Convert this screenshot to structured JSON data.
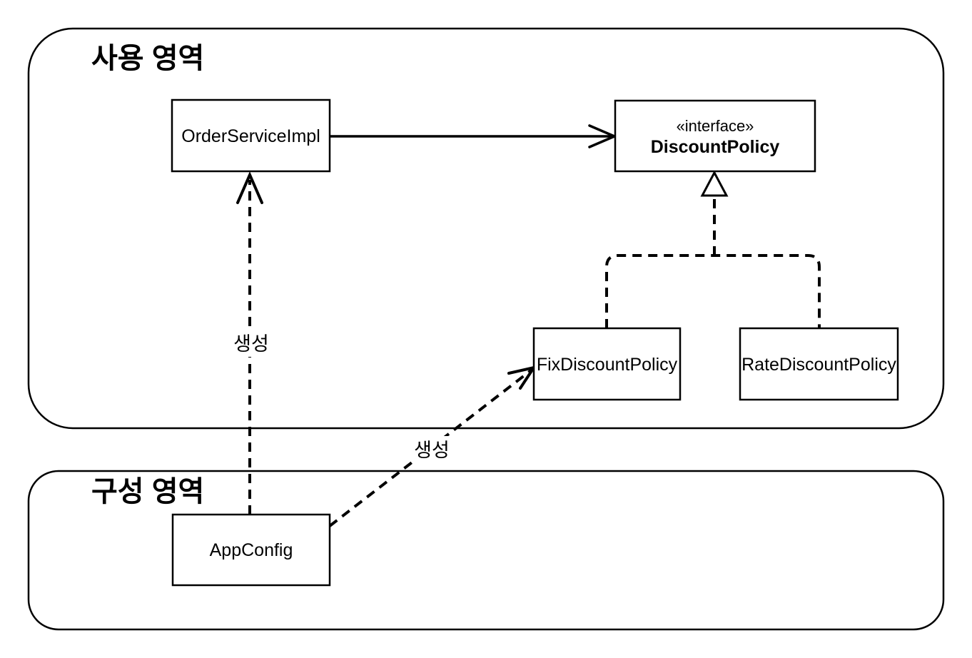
{
  "diagram": {
    "title": "spring-di-architecture-diagram",
    "colors": {
      "stroke": "#000000",
      "background": "#ffffff"
    },
    "regions": [
      {
        "id": "usage-area",
        "label": "사용 영역"
      },
      {
        "id": "config-area",
        "label": "구성 영역"
      }
    ],
    "nodes": [
      {
        "id": "order-service-impl",
        "label": "OrderServiceImpl"
      },
      {
        "id": "discount-policy",
        "stereotype": "«interface»",
        "label": "DiscountPolicy"
      },
      {
        "id": "fix-discount-policy",
        "label": "FixDiscountPolicy"
      },
      {
        "id": "rate-discount-policy",
        "label": "RateDiscountPolicy"
      },
      {
        "id": "app-config",
        "label": "AppConfig"
      }
    ],
    "edges": [
      {
        "id": "uses",
        "from": "OrderServiceImpl",
        "to": "DiscountPolicy",
        "type": "solid-arrow",
        "label": ""
      },
      {
        "id": "create-order-service",
        "from": "AppConfig",
        "to": "OrderServiceImpl",
        "type": "dashed-arrow",
        "label": "생성"
      },
      {
        "id": "create-fix-discount",
        "from": "AppConfig",
        "to": "FixDiscountPolicy",
        "type": "dashed-arrow",
        "label": "생성"
      },
      {
        "id": "implements-fix",
        "from": "FixDiscountPolicy",
        "to": "DiscountPolicy",
        "type": "dashed-inheritance",
        "label": ""
      },
      {
        "id": "implements-rate",
        "from": "RateDiscountPolicy",
        "to": "DiscountPolicy",
        "type": "dashed-inheritance",
        "label": ""
      }
    ]
  }
}
